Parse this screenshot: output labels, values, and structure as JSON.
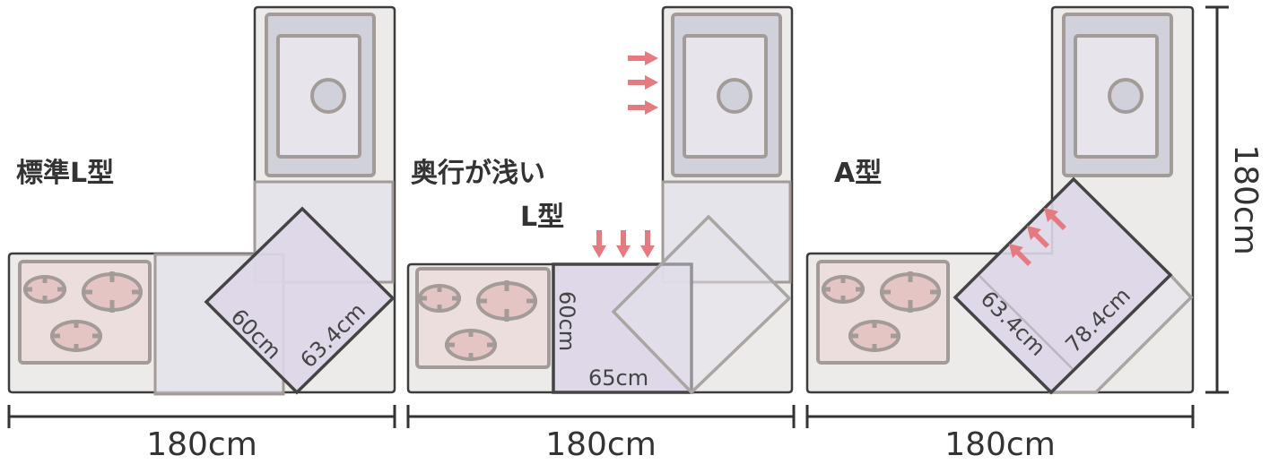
{
  "panels": [
    {
      "title": "標準L型",
      "labels": [
        "60cm",
        "63.4cm"
      ],
      "width_label": "180cm"
    },
    {
      "title_line1": "奥行が浅い",
      "title_line2": "L型",
      "labels": [
        "60cm",
        "65cm"
      ],
      "width_label": "180cm"
    },
    {
      "title": "A型",
      "labels": [
        "63.4cm",
        "78.4cm"
      ],
      "width_label": "180cm",
      "height_label": "180cm"
    }
  ],
  "colors": {
    "arrow": "#e57b80",
    "workspace": "#ddd6e8",
    "stove": "#eddede",
    "sink": "#d0d1da"
  }
}
